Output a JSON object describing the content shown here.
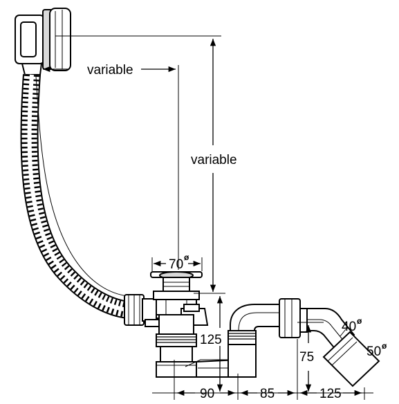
{
  "dimensions": {
    "variable_horizontal": "variable",
    "variable_vertical": "variable",
    "drain_diameter": "70",
    "drain_diameter_symbol": "ø",
    "height_trap": "125",
    "height_outlet": "75",
    "outlet_diameter_small": "40",
    "outlet_diameter_small_symbol": "ø",
    "outlet_diameter_large": "50",
    "outlet_diameter_large_symbol": "ø",
    "bottom_span_1": "90",
    "bottom_span_2": "85",
    "bottom_span_3": "125"
  }
}
